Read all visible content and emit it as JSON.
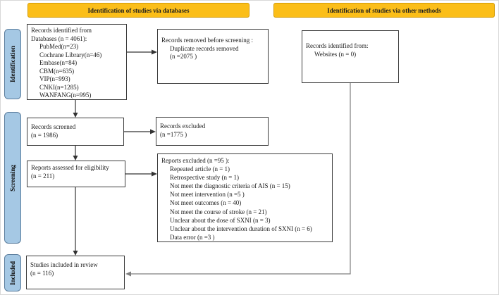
{
  "colors": {
    "header_bg": "#FBBE18",
    "header_border": "#D29A06",
    "stage_bg": "#A5C8E4",
    "stage_border": "#5C7E9E",
    "line": "#333333",
    "connector": "#7F7F7F"
  },
  "headers": {
    "databases": "Identification of studies via databases",
    "other_methods": "Identification of studies via other methods"
  },
  "stages": {
    "identification": "Identification",
    "screening": "Screening",
    "included": "Included"
  },
  "boxes": {
    "records_identified": {
      "lines": [
        "Records identified from",
        "Databases (n = 4061):",
        "PubMed(n=23)",
        "Cochrane Library(n=46)",
        "Embase(n=84)",
        "CBM(n=635)",
        "VIP(n=993)",
        "CNKI(n=1285)",
        "WANFANG(n=995)"
      ]
    },
    "records_removed": {
      "lines": [
        "Records removed before screening :",
        "Duplicate records removed",
        "(n =2075 )"
      ]
    },
    "websites": {
      "lines": [
        "Records identified from:",
        "Websites (n = 0)"
      ]
    },
    "records_screened": {
      "lines": [
        "Records screened",
        "(n = 1986)"
      ]
    },
    "records_excluded": {
      "lines": [
        "Records excluded",
        "(n =1775 )"
      ]
    },
    "reports_assessed": {
      "lines": [
        "Reports assessed for eligibility",
        "(n = 211)"
      ]
    },
    "reports_excluded": {
      "lines": [
        "Reports excluded (n =95 ):",
        "Repeated article (n = 1)",
        "Retrospective study (n = 1)",
        "Not meet the diagnostic criteria of AIS (n = 15)",
        "Not meet intervention (n =5 )",
        "Not meet outcomes (n = 40)",
        "Not meet the course of stroke (n = 21)",
        "Unclear about the dose of SXNI (n = 3)",
        "Unclear about the intervention duration of SXNI (n = 6)",
        "Data error (n =3 )"
      ]
    },
    "studies_included": {
      "lines": [
        "Studies included in review",
        "(n = 116)"
      ]
    }
  }
}
